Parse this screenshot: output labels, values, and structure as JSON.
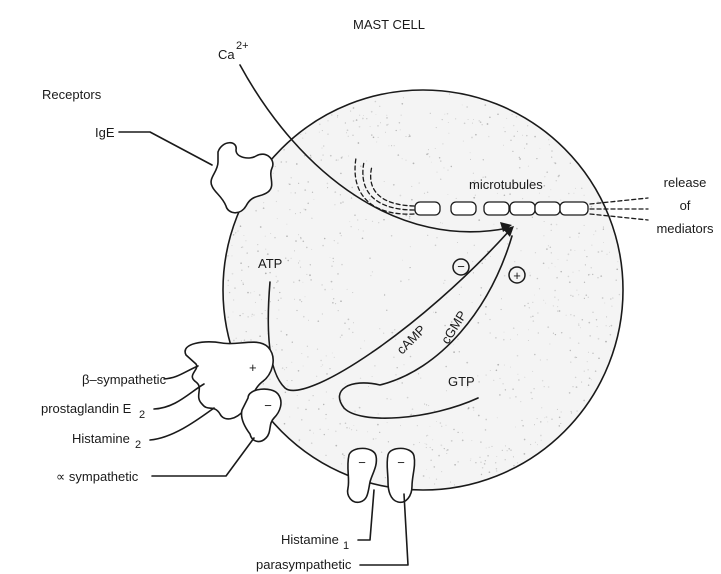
{
  "title": "MAST CELL",
  "header_labels": {
    "receptors": "Receptors",
    "calcium": "Ca",
    "calcium_charge": "2+"
  },
  "cell_labels": {
    "microtubules": "microtubules",
    "atp": "ATP",
    "camp": "cAMP",
    "cgmp": "cGMP",
    "gtp": "GTP",
    "minus_sign": "−",
    "plus_sign": "+"
  },
  "release": {
    "line1": "release",
    "line2": "of",
    "line3": "mediators"
  },
  "receptor_labels": {
    "ige": "IgE",
    "beta_sympathetic": "β–sympathetic",
    "prostaglandin": "prostaglandin E",
    "prostaglandin_sub": "2",
    "histamine2": "Histamine",
    "histamine2_sub": "2",
    "alpha_sympathetic": "∝ sympathetic",
    "histamine1": "Histamine",
    "histamine1_sub": "1",
    "parasympathetic": "parasympathetic"
  },
  "colors": {
    "ink": "#1a1a1a",
    "cell_fill": "#f4f4f4",
    "stipple": "#9a9a9a"
  }
}
